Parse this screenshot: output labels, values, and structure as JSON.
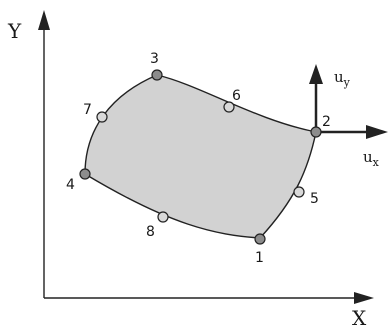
{
  "axes": {
    "x_label": "X",
    "y_label": "Y"
  },
  "vectors": {
    "ux": {
      "base": "u",
      "sub": "x"
    },
    "uy": {
      "base": "u",
      "sub": "y"
    }
  },
  "nodes": [
    {
      "label": "1",
      "kind": "corner"
    },
    {
      "label": "2",
      "kind": "corner"
    },
    {
      "label": "3",
      "kind": "corner"
    },
    {
      "label": "4",
      "kind": "corner"
    },
    {
      "label": "5",
      "kind": "midside"
    },
    {
      "label": "6",
      "kind": "midside"
    },
    {
      "label": "7",
      "kind": "midside"
    },
    {
      "label": "8",
      "kind": "midside"
    }
  ],
  "colors": {
    "element_fill": "#d2d2d2",
    "corner_node": "#8c8c8c",
    "midside_node": "#d9d9d9",
    "stroke": "#222222"
  }
}
